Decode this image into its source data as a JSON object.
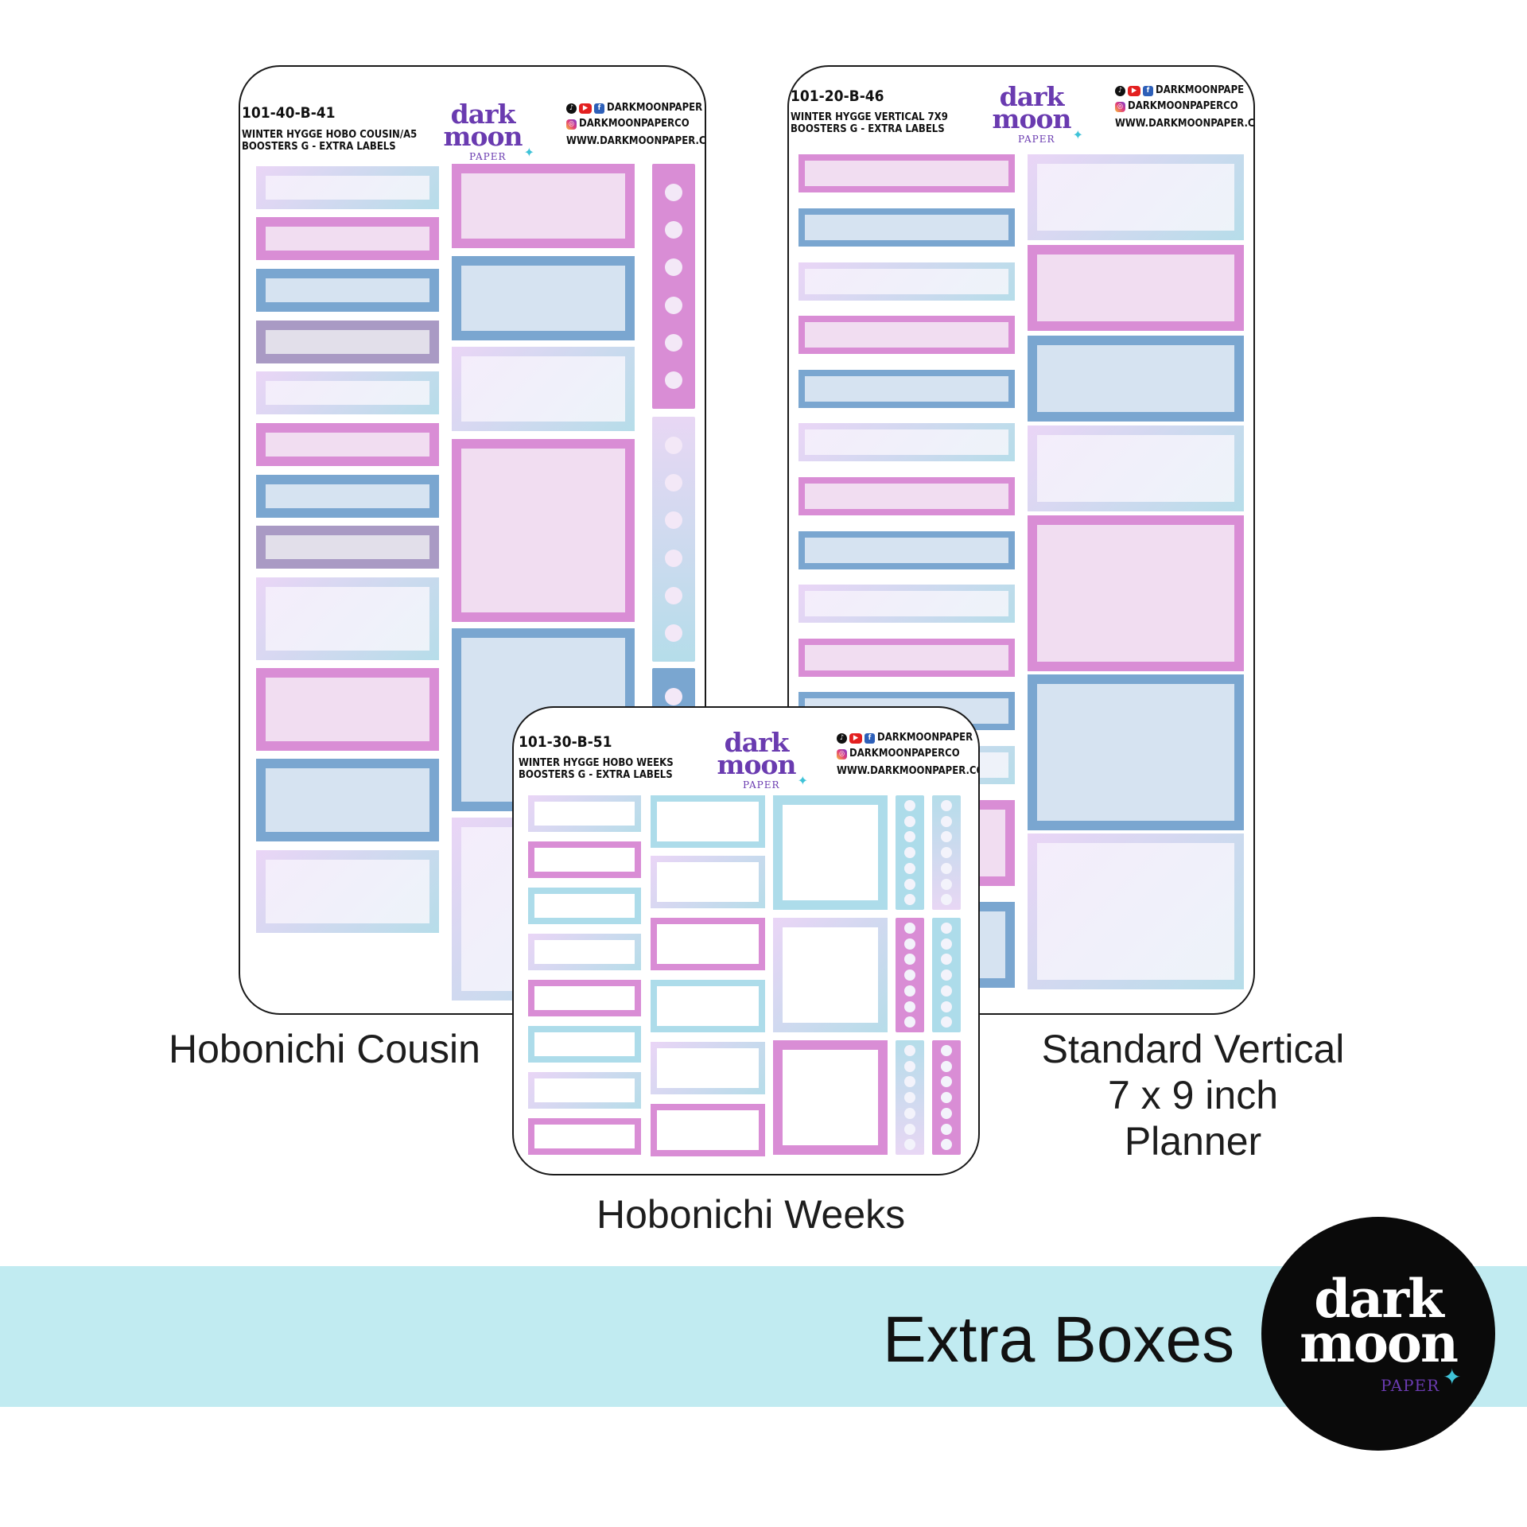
{
  "sheets": {
    "cousin": {
      "sku": "101-40-B-41",
      "subtitle_1": "WINTER HYGGE HOBO COUSIN/A5",
      "subtitle_2": "BOOSTERS G - EXTRA LABELS",
      "caption": "Hobonichi Cousin"
    },
    "vertical": {
      "sku": "101-20-B-46",
      "subtitle_1": "WINTER HYGGE VERTICAL 7X9",
      "subtitle_2": "BOOSTERS G - EXTRA LABELS",
      "caption_1": "Standard Vertical",
      "caption_2": "7 x 9 inch Planner"
    },
    "weeks": {
      "sku": "101-30-B-51",
      "subtitle_1": "WINTER HYGGE HOBO WEEKS",
      "subtitle_2": "BOOSTERS G - EXTRA LABELS",
      "caption": "Hobonichi Weeks"
    }
  },
  "brand": {
    "logo_line1": "dark",
    "logo_line2": "moon",
    "logo_line3": "PAPER",
    "social_1": "DARKMOONPAPER",
    "social_2": "DARKMOONPAPERCO",
    "website": "WWW.DARKMOONPAPER.COM",
    "vertical_social_1": "DARKMOONPAPE"
  },
  "banner": {
    "title": "Extra Boxes"
  },
  "colors": {
    "pink": "#d98dd5",
    "blue": "#7aa6d0",
    "cyan": "#addcea",
    "mauve": "#a99ac4",
    "banner": "#c1ebf1",
    "brand_purple": "#6a3bb0"
  }
}
